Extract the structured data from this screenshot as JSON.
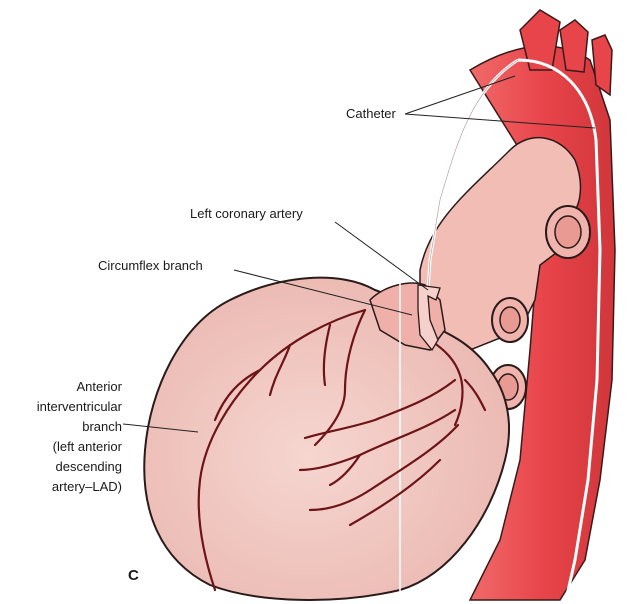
{
  "figure": {
    "panel_letter": "C",
    "labels": {
      "catheter": "Catheter",
      "left_coronary_artery": "Left coronary artery",
      "circumflex_branch": "Circumflex branch",
      "anterior_lines": [
        "Anterior",
        "interventricular",
        "branch",
        "(left anterior",
        "descending",
        "artery–LAD)"
      ]
    },
    "colors": {
      "aorta": "#e8454a",
      "aorta_dark": "#c93236",
      "heart_fill": "#f3c8c2",
      "heart_outline": "#2a1a1a",
      "coronary_vessel": "#6e1418",
      "catheter": "#ffffff"
    }
  }
}
